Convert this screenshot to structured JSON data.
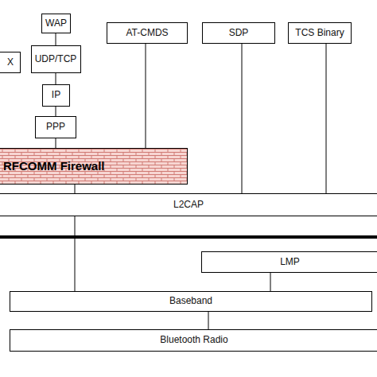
{
  "diagram": {
    "nodes": [
      {
        "text": [
          "WAP"
        ]
      },
      {
        "text": [
          "AT-CMDS"
        ]
      },
      {
        "text": [
          "SDP"
        ]
      },
      {
        "text": [
          "TCS Binary"
        ]
      },
      {
        "text": [
          "X"
        ]
      },
      {
        "text": [
          "UDP/TCP"
        ]
      },
      {
        "text": [
          "IP"
        ]
      },
      {
        "text": [
          "PPP"
        ]
      },
      {
        "text": [
          "RFCOMM Firewall"
        ]
      },
      {
        "text": [
          "L2CAP"
        ]
      },
      {
        "text": [
          "LMP"
        ]
      },
      {
        "text": [
          "Baseband"
        ]
      },
      {
        "text": [
          "Bluetooth Radio"
        ]
      }
    ],
    "edges": [
      {
        "from": 0,
        "to": 5,
        "arrow": "none"
      },
      {
        "from": 5,
        "to": 6,
        "arrow": "none"
      },
      {
        "from": 6,
        "to": 7,
        "arrow": "none"
      },
      {
        "from": 7,
        "to": 8,
        "arrow": "none"
      },
      {
        "from": 1,
        "to": 8,
        "arrow": "none"
      },
      {
        "from": 8,
        "to": 9,
        "arrow": "none"
      },
      {
        "from": 2,
        "to": 9,
        "arrow": "none"
      },
      {
        "from": 3,
        "to": 9,
        "arrow": "none"
      },
      {
        "from": 9,
        "to": 11,
        "arrow": "none"
      },
      {
        "from": 10,
        "to": 11,
        "arrow": "none"
      },
      {
        "from": 11,
        "to": 12,
        "arrow": "none"
      }
    ]
  }
}
